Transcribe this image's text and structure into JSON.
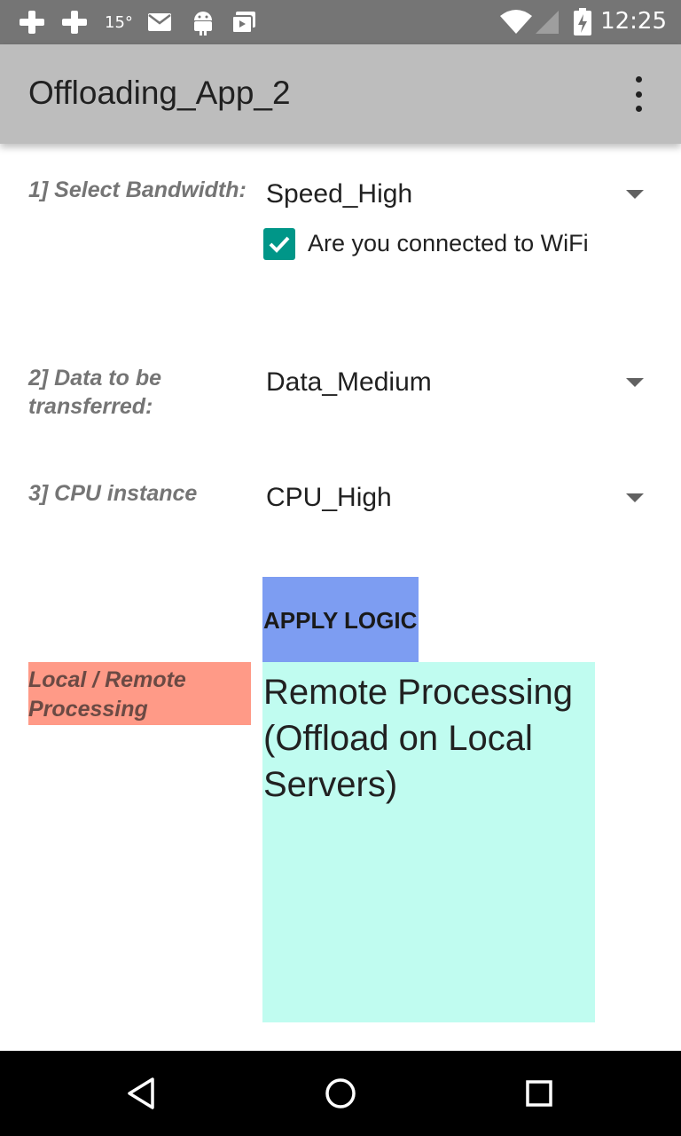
{
  "status_bar": {
    "temperature": "15°",
    "time": "12:25",
    "icons": [
      "game-controller-icon",
      "game-controller-icon",
      "mail-icon",
      "android-icon",
      "photo-stack-icon",
      "wifi-icon",
      "cell-signal-icon",
      "battery-icon"
    ]
  },
  "app_bar": {
    "title": "Offloading_App_2",
    "overflow_icon": "more-vert-icon"
  },
  "form": {
    "bandwidth_label": "1] Select Bandwidth:",
    "bandwidth_value": "Speed_High",
    "wifi_checkbox_label": "Are you connected to WiFi",
    "wifi_checked": true,
    "data_label_line1": "2] Data to be",
    "data_label_line2": "transferred:",
    "data_value": "Data_Medium",
    "cpu_label": "3] CPU instance",
    "cpu_value": "CPU_High",
    "apply_button": "APPLY  LOGIC",
    "apply_button_color": "#7d9df2"
  },
  "result": {
    "label_line1": "Local / Remote",
    "label_line2": "Processing",
    "label_bg": "#ff9a87",
    "text": "Remote Processing (Offload on Local Servers)",
    "bg": "#c0fcf0"
  },
  "nav_bar": {
    "icons": [
      "back-icon",
      "home-icon",
      "recents-icon"
    ]
  },
  "colors": {
    "accent": "#009688",
    "status_bar": "#757575",
    "app_bar": "#bdbdbd"
  }
}
